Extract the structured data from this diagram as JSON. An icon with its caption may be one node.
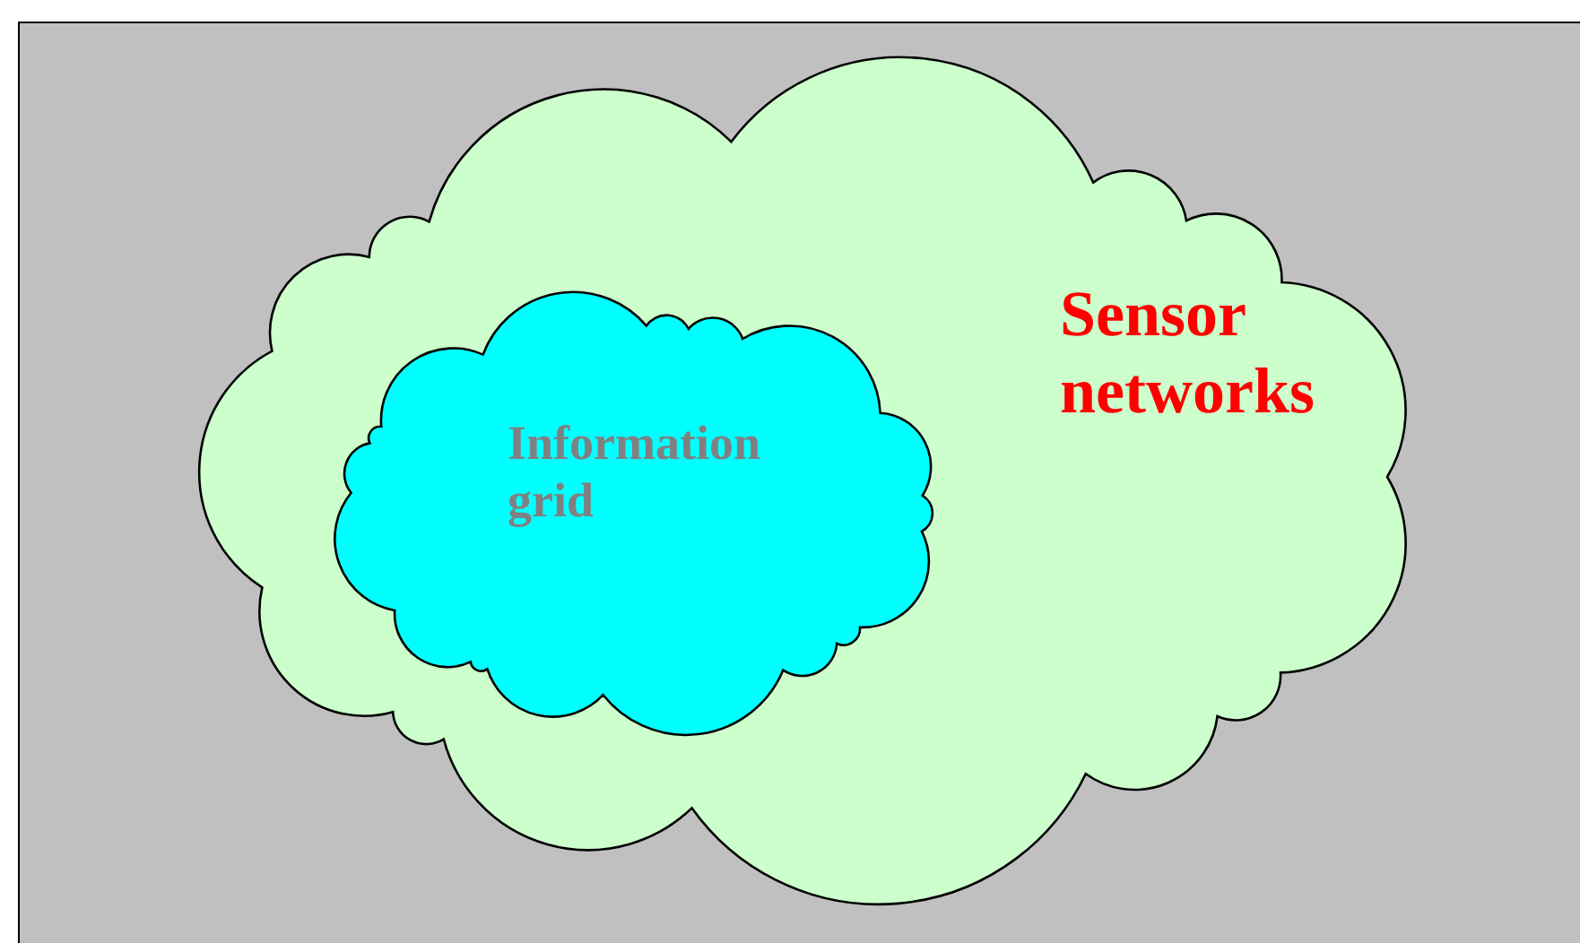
{
  "diagram": {
    "nodes": [
      {
        "text": [
          "Sensor networks"
        ]
      },
      {
        "text": [
          "Information grid"
        ],
        "in": 0
      }
    ]
  }
}
